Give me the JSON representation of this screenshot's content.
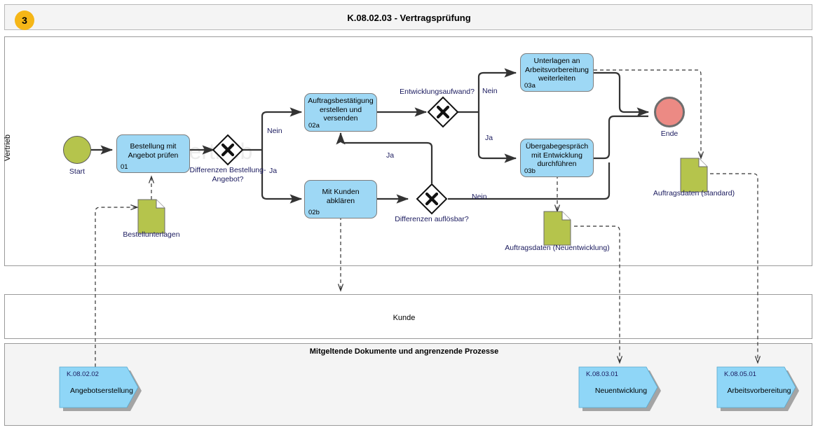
{
  "header": {
    "badge": "3",
    "title": "K.08.02.03 - Vertragsprüfung"
  },
  "watermark": "Vertrieb",
  "lanes": [
    {
      "id": "vertrieb",
      "label": "Vertrieb"
    },
    {
      "id": "kunde",
      "label": "Kunde"
    },
    {
      "id": "docs",
      "label": "Mitgeltende Dokumente und angrenzende Prozesse"
    }
  ],
  "events": [
    {
      "id": "start",
      "type": "start-event",
      "label": "Start",
      "color": "#b5c44c"
    },
    {
      "id": "ende",
      "type": "end-event",
      "label": "Ende",
      "color": "#ec8a84"
    }
  ],
  "tasks": [
    {
      "id": "t01",
      "number": "01",
      "label": "Bestellung mit Angebot prüfen"
    },
    {
      "id": "t02a",
      "number": "02a",
      "label": "Auftragsbestätigung erstellen und versenden"
    },
    {
      "id": "t02b",
      "number": "02b",
      "label": "Mit Kunden abklären"
    },
    {
      "id": "t03a",
      "number": "03a",
      "label": "Unterlagen an Arbeitsvorbereitung weiterleiten"
    },
    {
      "id": "t03b",
      "number": "03b",
      "label": "Übergabegespräch mit Entwicklung durchführen"
    }
  ],
  "gateways": [
    {
      "id": "g1",
      "type": "exclusive-gateway",
      "label": "Differenzen Bestellung-Angebot?"
    },
    {
      "id": "g2",
      "type": "exclusive-gateway",
      "label": "Entwicklungsaufwand?"
    },
    {
      "id": "g3",
      "type": "exclusive-gateway",
      "label": "Differenzen auflösbar?"
    }
  ],
  "data_objects": [
    {
      "id": "d1",
      "label": "Bestellunterlagen",
      "color": "#b5c44c"
    },
    {
      "id": "d2",
      "label": "Auftragsdaten (Neuentwicklung)",
      "color": "#b5c44c"
    },
    {
      "id": "d3",
      "label": "Auftragsdaten (standard)",
      "color": "#b5c44c"
    }
  ],
  "flow_labels": [
    {
      "id": "f1",
      "text": "Nein"
    },
    {
      "id": "f2",
      "text": "Ja"
    },
    {
      "id": "f3",
      "text": "Nein"
    },
    {
      "id": "f4",
      "text": "Ja"
    },
    {
      "id": "f5",
      "text": "Ja"
    },
    {
      "id": "f6",
      "text": "Nein"
    }
  ],
  "process_refs": [
    {
      "id": "p1",
      "code": "K.08.02.02",
      "name": "Angebotserstellung",
      "color": "#8fd6f7"
    },
    {
      "id": "p2",
      "code": "K.08.03.01",
      "name": "Neuentwicklung",
      "color": "#8fd6f7"
    },
    {
      "id": "p3",
      "code": "K.08.05.01",
      "name": "Arbeitsvorbereitung",
      "color": "#8fd6f7"
    }
  ],
  "colors": {
    "task_fill": "#9ed8f5",
    "start_fill": "#b5c44c",
    "end_fill": "#ec8a84",
    "data_fill": "#b5c44c",
    "badge_fill": "#f5b617",
    "lane_border": "#9a9a9a",
    "edge": "#333333"
  }
}
